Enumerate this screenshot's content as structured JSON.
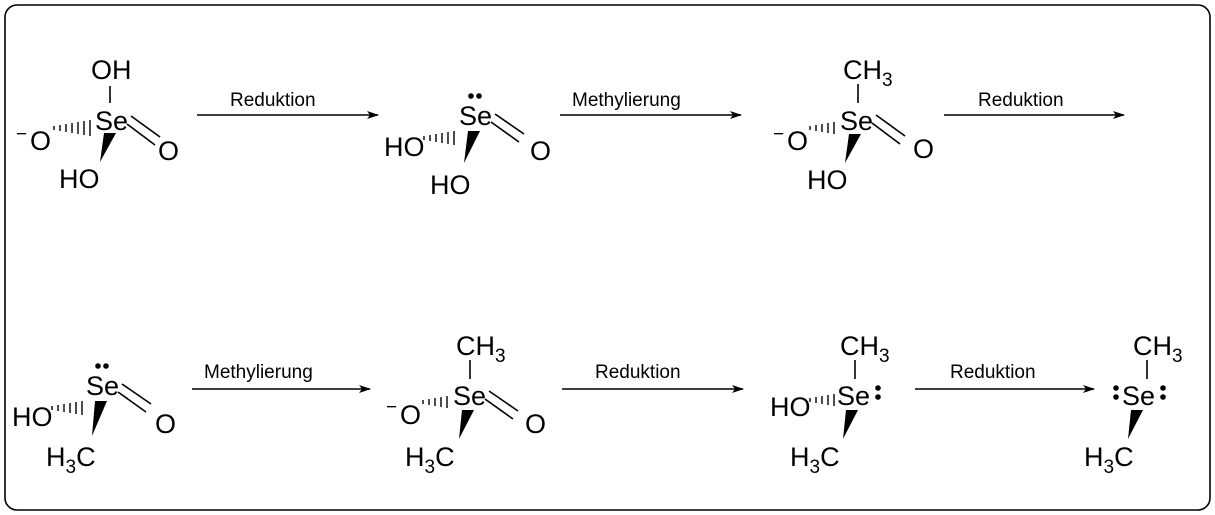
{
  "scheme": {
    "atoms": {
      "selenium": "Se",
      "oxygen": "O",
      "hydroxyl": "OH",
      "hydroxyl_left": "HO",
      "hydrogen": "H",
      "carbon": "C",
      "methyl_prefix": "CH",
      "subscript_three": "3",
      "negative_charge": "−"
    },
    "steps": [
      {
        "label": "Reduktion",
        "from": "selenate",
        "to": "selenite"
      },
      {
        "label": "Methylierung",
        "from": "selenite",
        "to": "methylseleninate"
      },
      {
        "label": "Reduktion",
        "from": "methylseleninate",
        "to": "methylseleninic-acid"
      },
      {
        "label": "Methylierung",
        "from": "methylseleninic-acid",
        "to": "dimethylselenone"
      },
      {
        "label": "Reduktion",
        "from": "dimethylselenone",
        "to": "dimethylselenoxide-hydroxy"
      },
      {
        "label": "Reduktion",
        "from": "dimethylselenoxide-hydroxy",
        "to": "dimethylselenide"
      }
    ]
  }
}
